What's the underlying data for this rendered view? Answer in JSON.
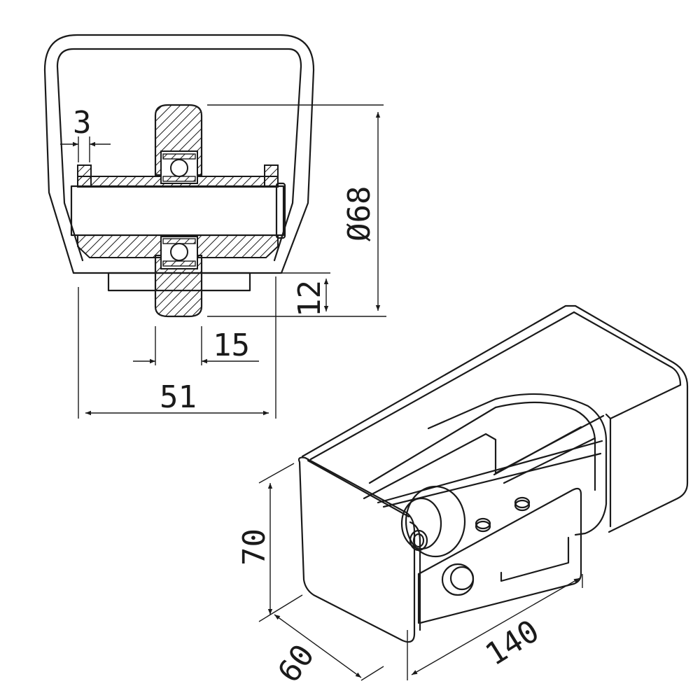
{
  "dimensions": {
    "slot_width": "3",
    "wheel_diameter": "Ø68",
    "bottom_offset": "12",
    "wheel_width": "15",
    "overall_width": "51",
    "height": "70",
    "depth": "60",
    "length": "140"
  }
}
